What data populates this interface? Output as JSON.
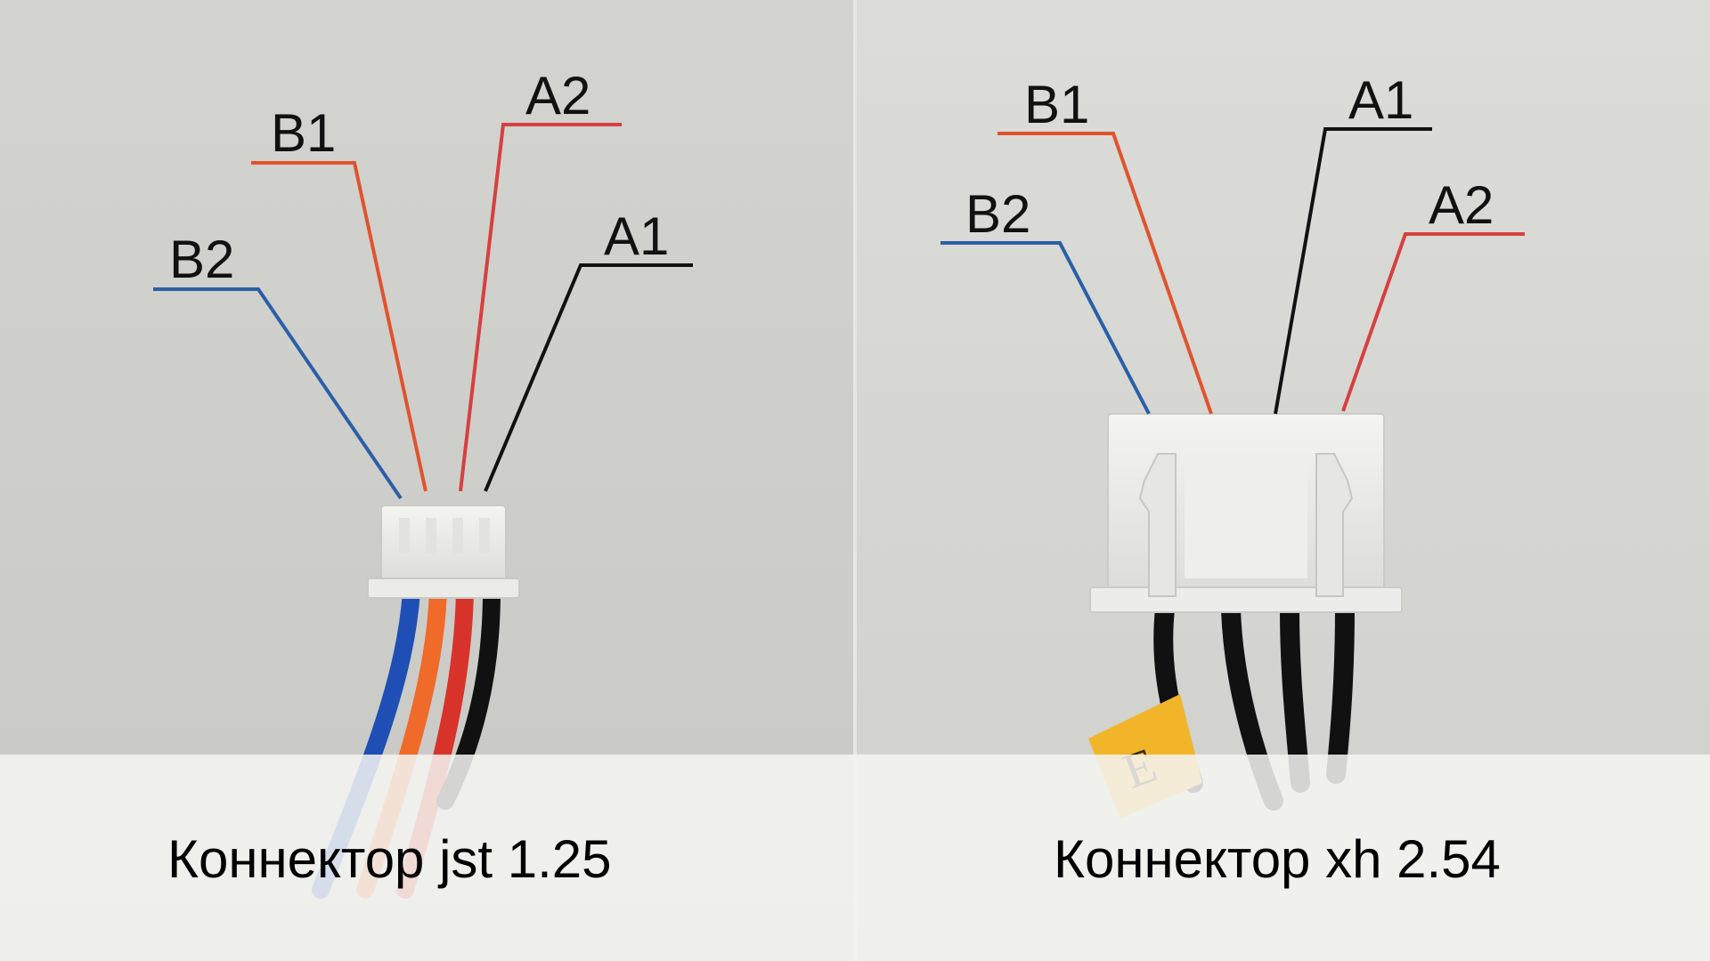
{
  "panels": [
    {
      "id": "jst",
      "caption": "Коннектор jst 1.25",
      "pins": [
        {
          "label": "B2",
          "color": "#2b5fa8"
        },
        {
          "label": "B1",
          "color": "#e0532e"
        },
        {
          "label": "A2",
          "color": "#d64040"
        },
        {
          "label": "A1",
          "color": "#111111"
        }
      ]
    },
    {
      "id": "xh",
      "caption": "Коннектор xh 2.54",
      "pins": [
        {
          "label": "B2",
          "color": "#2b5fa8"
        },
        {
          "label": "B1",
          "color": "#e0532e"
        },
        {
          "label": "A1",
          "color": "#111111"
        },
        {
          "label": "A2",
          "color": "#d64040"
        }
      ]
    }
  ],
  "colors": {
    "background": "#d6d6d2",
    "caption_band": "#f4f4f2",
    "connector_housing": "#efefec",
    "wire_blue": "#1f4fb5",
    "wire_orange": "#f06a2a",
    "wire_red": "#d8332a",
    "wire_black": "#111111",
    "tag_yellow": "#f2b52a"
  },
  "icons": {
    "jst_connector": "connector-housing-icon",
    "xh_connector": "connector-housing-icon",
    "tag": "marker-tag-icon"
  }
}
